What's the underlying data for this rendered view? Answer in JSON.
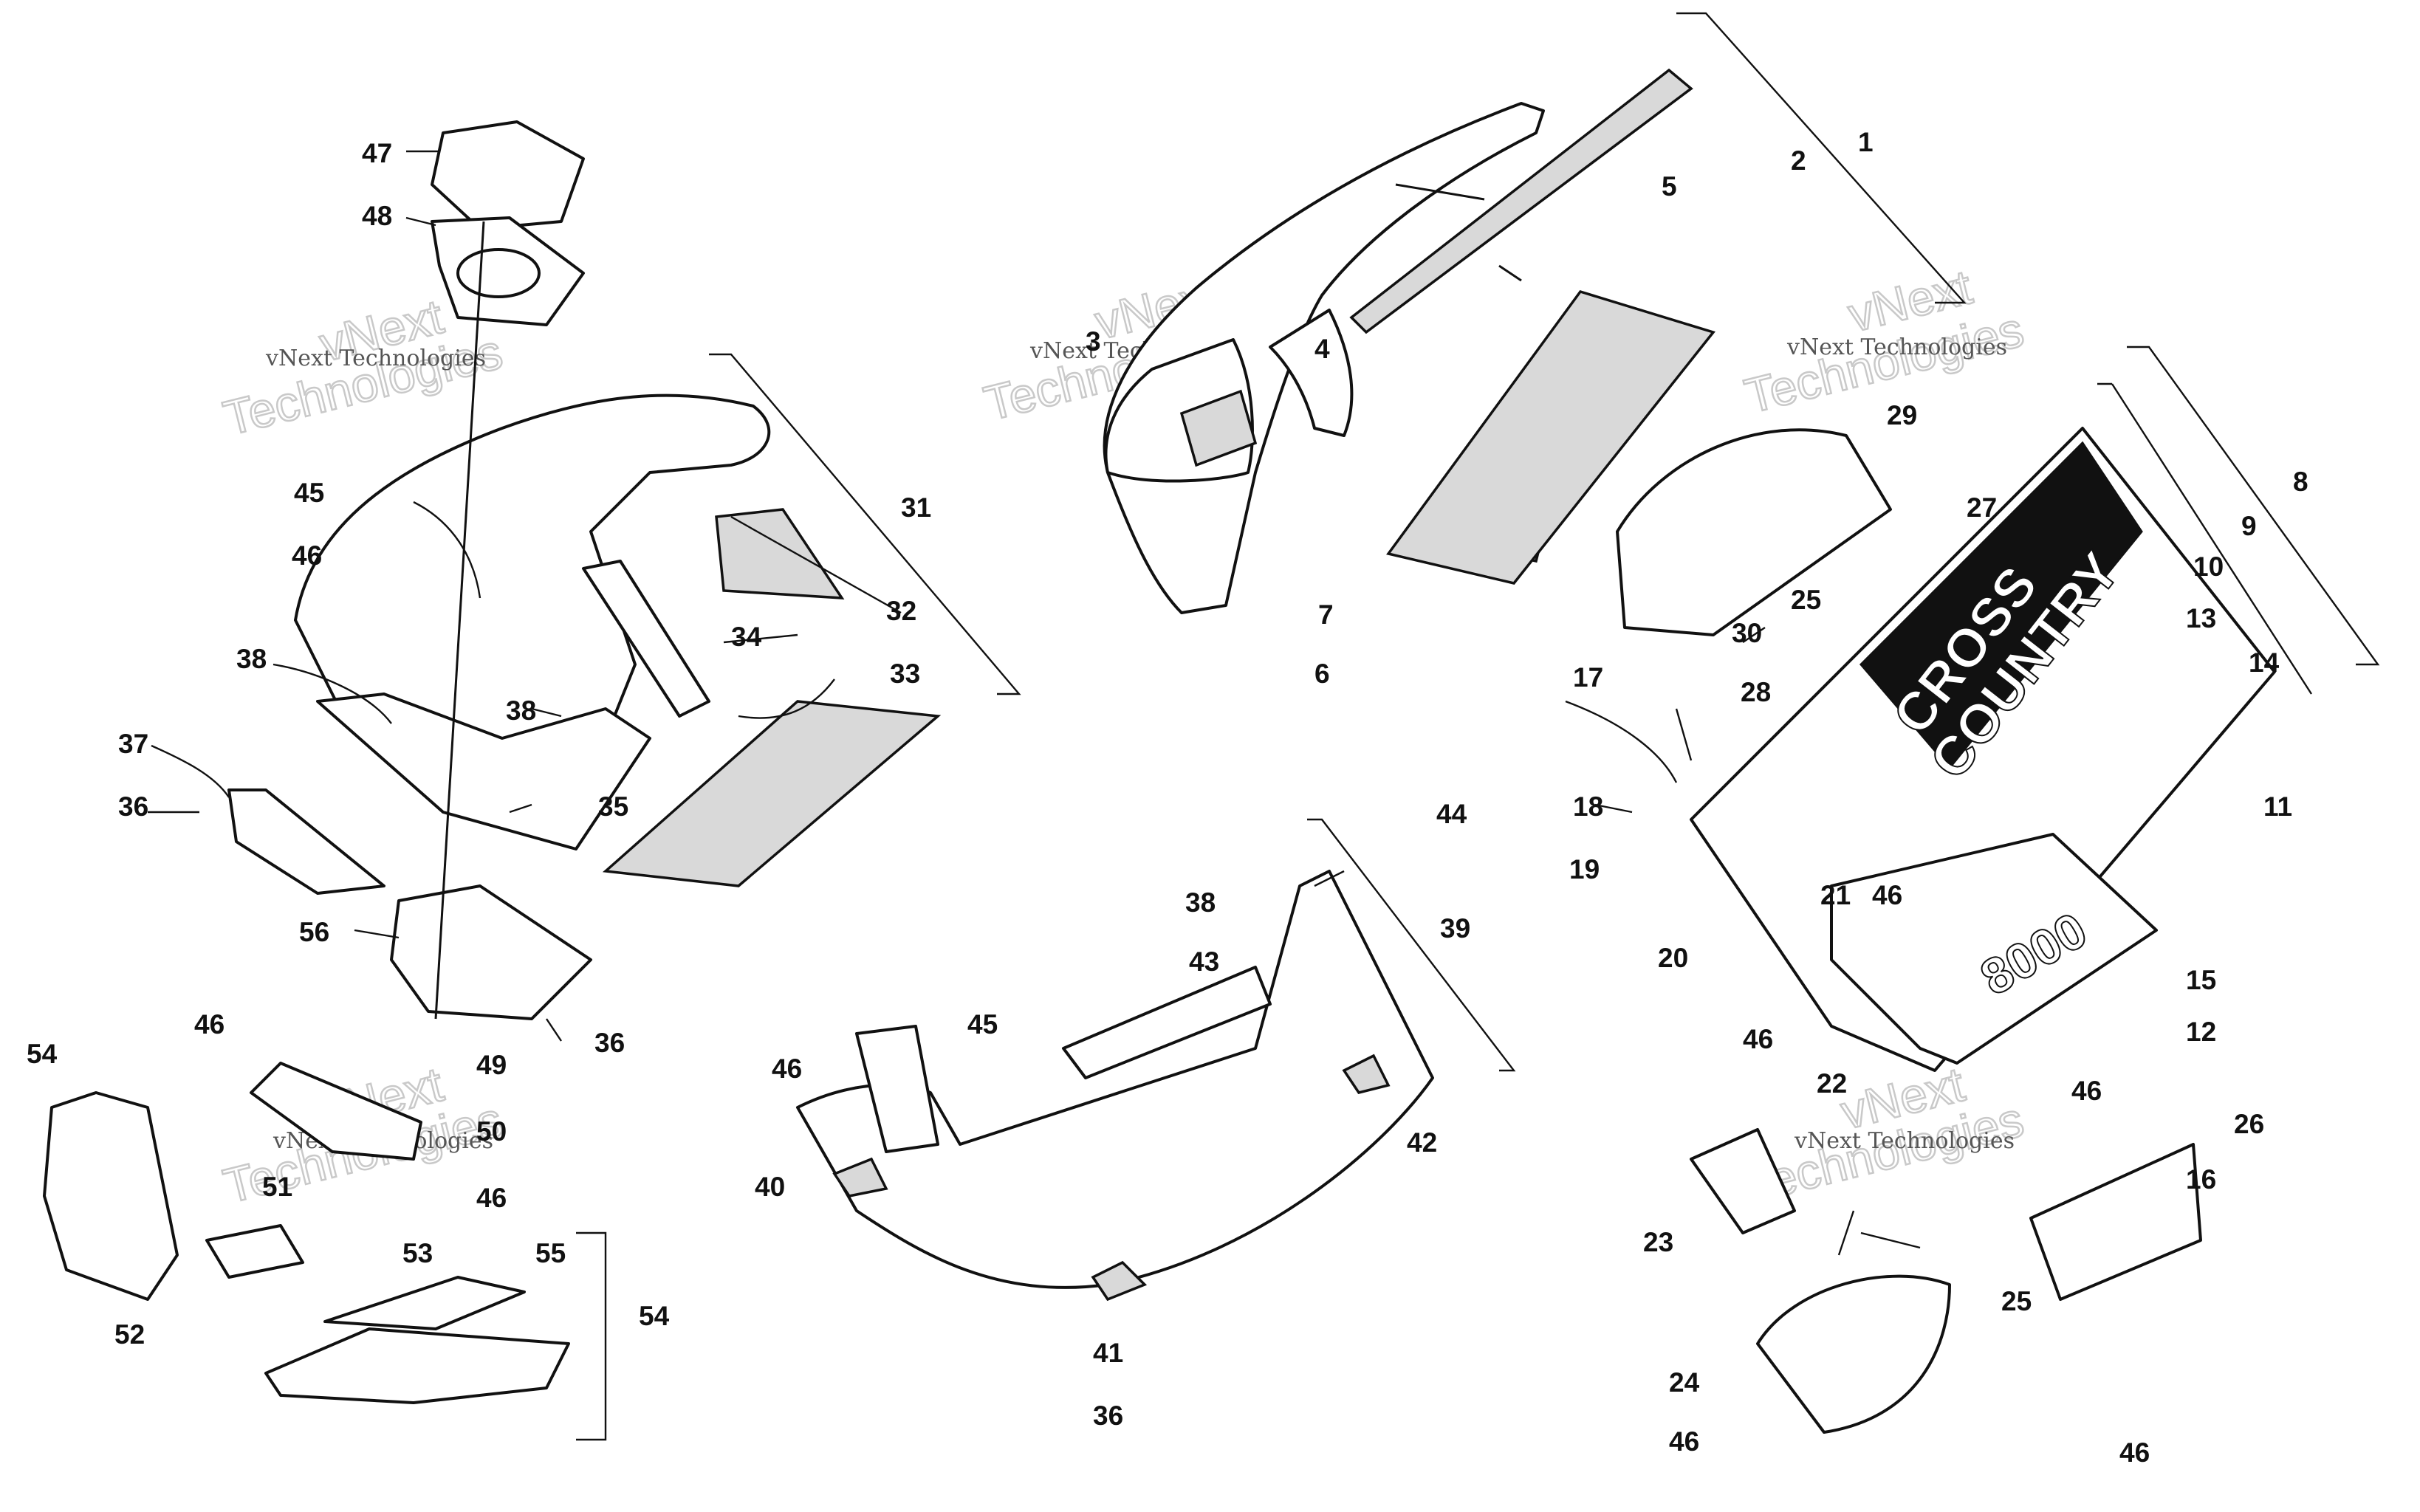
{
  "diagram": {
    "callouts": {
      "c1": "1",
      "c2": "2",
      "c3": "3",
      "c4": "4",
      "c5": "5",
      "c6": "6",
      "c7": "7",
      "c8": "8",
      "c9": "9",
      "c10": "10",
      "c11": "11",
      "c12": "12",
      "c13": "13",
      "c14": "14",
      "c15": "15",
      "c16": "16",
      "c17": "17",
      "c18": "18",
      "c19": "19",
      "c20": "20",
      "c21": "21",
      "c22": "22",
      "c23": "23",
      "c24": "24",
      "c25a": "25",
      "c25b": "25",
      "c26": "26",
      "c27": "27",
      "c28": "28",
      "c29": "29",
      "c30": "30",
      "c31": "31",
      "c32": "32",
      "c33": "33",
      "c34": "34",
      "c35": "35",
      "c36a": "36",
      "c36b": "36",
      "c36c": "36",
      "c37": "37",
      "c38a": "38",
      "c38b": "38",
      "c38c": "38",
      "c39": "39",
      "c40": "40",
      "c41": "41",
      "c42": "42",
      "c43": "43",
      "c44": "44",
      "c45a": "45",
      "c45b": "45",
      "c46a": "46",
      "c46b": "46",
      "c46c": "46",
      "c46d": "46",
      "c46e": "46",
      "c46f": "46",
      "c46g": "46",
      "c46h": "46",
      "c46i": "46",
      "c47": "47",
      "c48": "48",
      "c49": "49",
      "c50": "50",
      "c51": "51",
      "c52": "52",
      "c53": "53",
      "c54a": "54",
      "c54b": "54",
      "c55": "55",
      "c56": "56"
    },
    "decals": {
      "side_panel_line1": "CROSS",
      "side_panel_line2": "COUNTRY",
      "lower_panel": "8000"
    },
    "watermark": {
      "name": "vNext Technologies",
      "line1": "vNext",
      "line2": "Technologies"
    }
  }
}
